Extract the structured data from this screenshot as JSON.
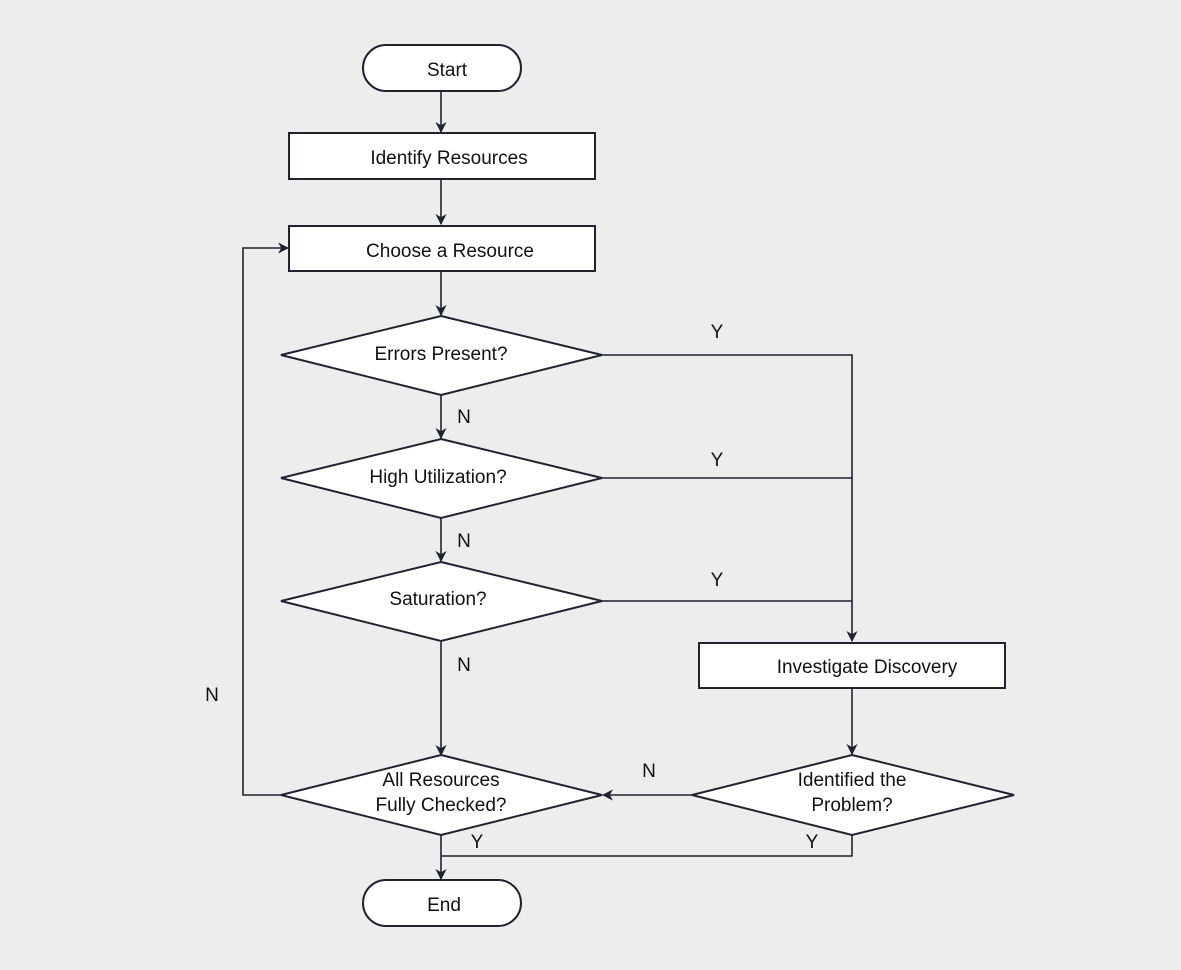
{
  "nodes": {
    "start": "Start",
    "identify": "Identify Resources",
    "choose": "Choose a Resource",
    "errors": "Errors Present?",
    "utilization": "High Utilization?",
    "saturation": "Saturation?",
    "investigate": "Investigate Discovery",
    "all_checked_line1": "All Resources",
    "all_checked_line2": "Fully Checked?",
    "identified_line1": "Identified the",
    "identified_line2": "Problem?",
    "end": "End"
  },
  "edges": {
    "errors_yes": "Y",
    "errors_no": "N",
    "utilization_yes": "Y",
    "utilization_no": "N",
    "saturation_yes": "Y",
    "saturation_no": "N",
    "all_checked_no": "N",
    "all_checked_yes": "Y",
    "identified_no": "N",
    "identified_yes": "Y"
  }
}
